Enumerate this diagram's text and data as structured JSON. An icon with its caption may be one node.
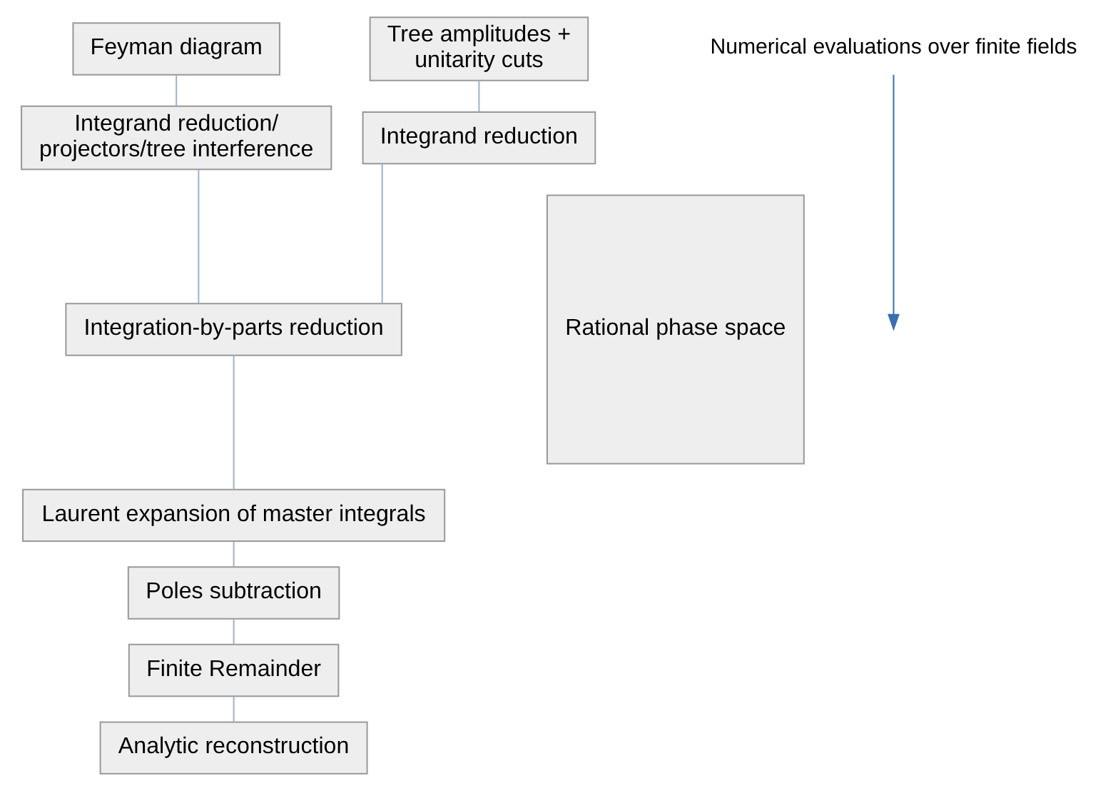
{
  "diagram": {
    "nodes": [
      {
        "text": [
          "Feyman diagram"
        ]
      },
      {
        "text": [
          "Tree amplitudes + unitarity cuts"
        ]
      },
      {
        "text": [
          "Integrand reduction/ projectors/tree interference"
        ]
      },
      {
        "text": [
          "Integrand reduction"
        ]
      },
      {
        "text": [
          "Integration-by-parts reduction"
        ]
      },
      {
        "text": [
          "Laurent expansion of master integrals"
        ]
      },
      {
        "text": [
          "Poles subtraction"
        ]
      },
      {
        "text": [
          "Finite Remainder"
        ]
      },
      {
        "text": [
          "Analytic reconstruction"
        ]
      },
      {
        "text": [
          "Rational phase space"
        ]
      }
    ],
    "edges": [
      {
        "from": 0,
        "to": 2,
        "arrow": "none"
      },
      {
        "from": 1,
        "to": 3,
        "arrow": "none"
      },
      {
        "from": 2,
        "to": 4,
        "arrow": "none"
      },
      {
        "from": 3,
        "to": 4,
        "arrow": "none"
      },
      {
        "from": 4,
        "to": 5,
        "arrow": "none"
      },
      {
        "from": 5,
        "to": 6,
        "arrow": "none"
      },
      {
        "from": 6,
        "to": 7,
        "arrow": "none"
      },
      {
        "from": 7,
        "to": 8,
        "arrow": "none"
      }
    ],
    "labels": [
      "Numerical evaluations over finite fields"
    ]
  }
}
